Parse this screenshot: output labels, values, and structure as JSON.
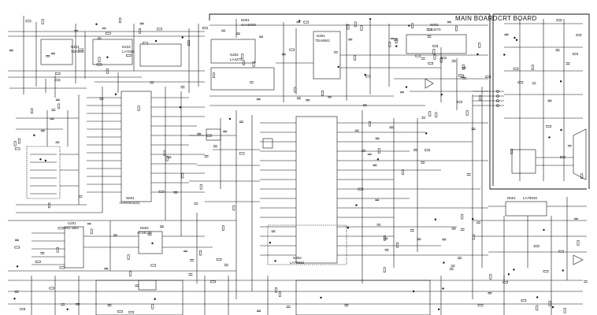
{
  "schematic": {
    "boards": {
      "main": "MAIN BOARD",
      "crt": "CRT BOARD"
    },
    "components": {
      "n001": {
        "ref": "N001",
        "part": "SAA5000"
      },
      "n101": {
        "ref": "N101",
        "part": "TDA800"
      },
      "n102": {
        "ref": "N102",
        "part": "LA7016"
      },
      "n002": {
        "ref": "N002",
        "part": "LA4270"
      },
      "n301": {
        "ref": "N301",
        "part": "TDA8841"
      },
      "n302": {
        "ref": "N302",
        "part": "LA4270"
      },
      "n601": {
        "ref": "N601",
        "part": "HAK6012(S)"
      },
      "n501": {
        "ref": "N501",
        "part": "LA78040"
      },
      "n302b": {
        "ref": "N302",
        "part": "LA76932"
      },
      "n602": {
        "ref": "N602",
        "part": "AT24C08"
      },
      "u201": {
        "ref": "U201",
        "part": "TDG-3BG"
      }
    },
    "colors": {
      "ink": "#111111",
      "paper": "#ffffff"
    }
  }
}
